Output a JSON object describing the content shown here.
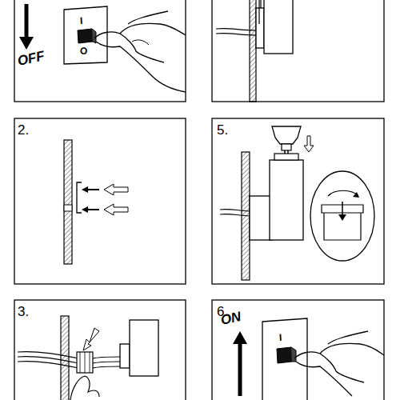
{
  "diagram": {
    "labels": [
      "OFF",
      "I",
      "O",
      "2.",
      "3.",
      "5.",
      "6.",
      "ON",
      "I"
    ]
  }
}
